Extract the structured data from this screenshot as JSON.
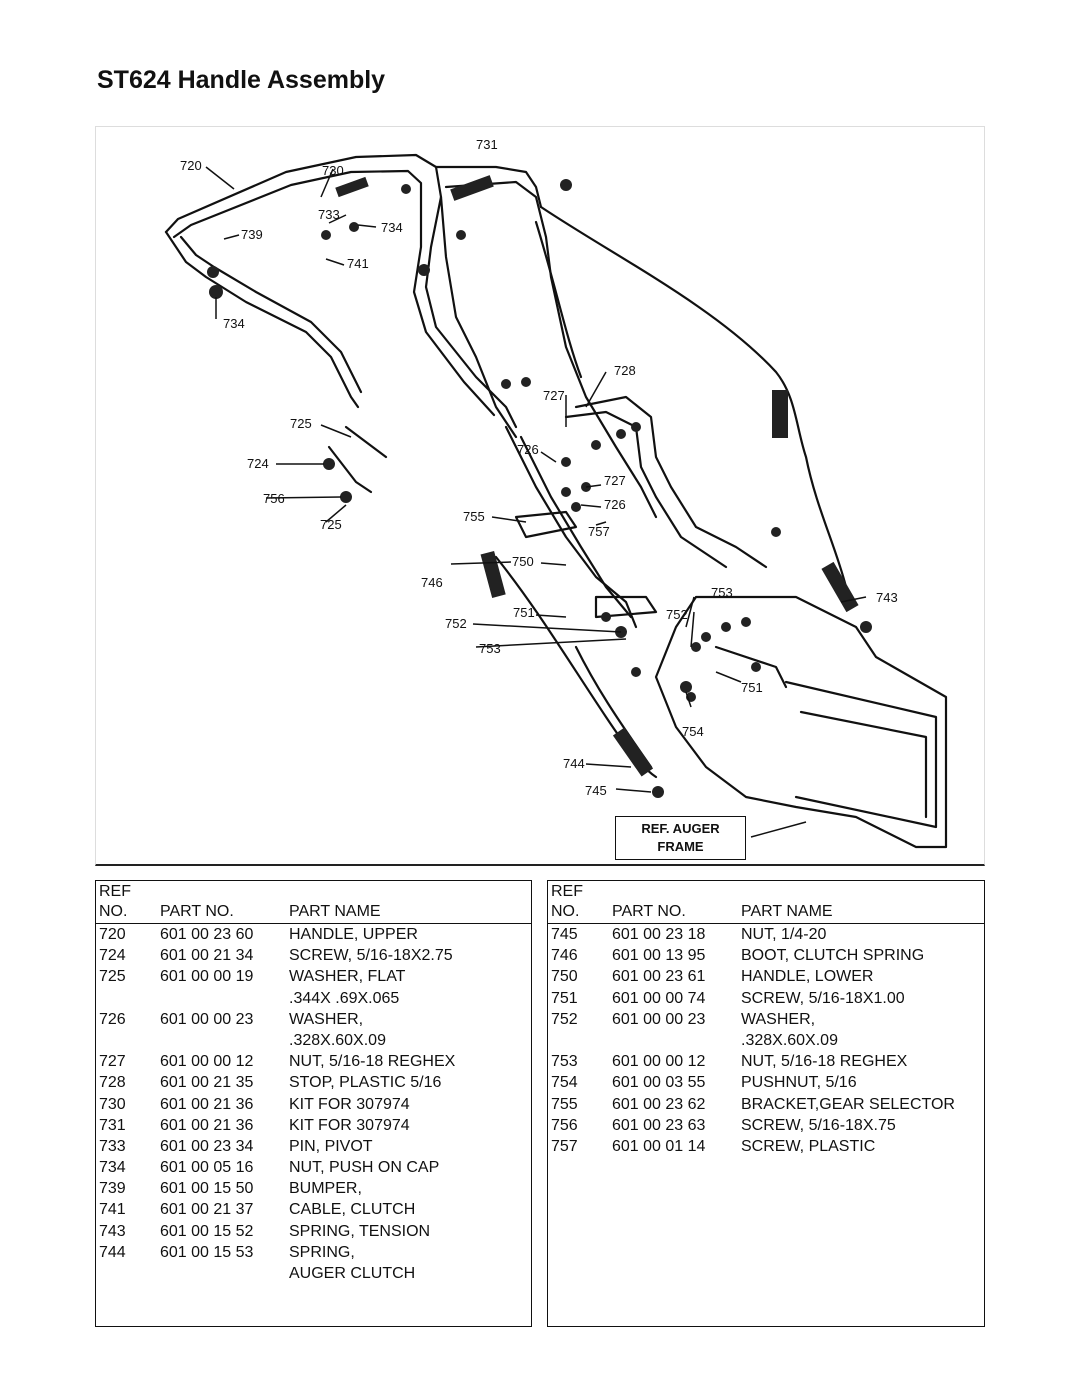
{
  "title": "ST624 Handle Assembly",
  "diagram": {
    "callouts": [
      "731",
      "720",
      "730",
      "733",
      "734",
      "739",
      "741",
      "734",
      "728",
      "727",
      "725",
      "726",
      "724",
      "727",
      "756",
      "726",
      "755",
      "725",
      "757",
      "750",
      "746",
      "753",
      "743",
      "751",
      "752",
      "752",
      "753",
      "751",
      "754",
      "744",
      "745"
    ],
    "ref_box": {
      "line1": "REF. AUGER",
      "line2": "FRAME"
    }
  },
  "table_header": {
    "ref": "REF",
    "no": "NO.",
    "part_no": "PART NO.",
    "part_name": "PART NAME"
  },
  "parts_left": [
    {
      "ref": "720",
      "part_no": "601 00 23 60",
      "name": "HANDLE, UPPER"
    },
    {
      "ref": "724",
      "part_no": "601 00 21 34",
      "name": "SCREW, 5/16-18X2.75"
    },
    {
      "ref": "725",
      "part_no": "601 00 00 19",
      "name": "WASHER, FLAT"
    },
    {
      "ref": "",
      "part_no": "",
      "name": ".344X .69X.065"
    },
    {
      "ref": "726",
      "part_no": "601 00 00 23",
      "name": "WASHER,"
    },
    {
      "ref": "",
      "part_no": "",
      "name": ".328X.60X.09"
    },
    {
      "ref": "727",
      "part_no": "601 00 00 12",
      "name": "NUT, 5/16-18 REGHEX"
    },
    {
      "ref": "728",
      "part_no": "601 00 21 35",
      "name": "STOP, PLASTIC 5/16"
    },
    {
      "ref": "730",
      "part_no": "601 00 21 36",
      "name": "KIT FOR 307974"
    },
    {
      "ref": "731",
      "part_no": "601 00 21 36",
      "name": "KIT FOR 307974"
    },
    {
      "ref": "733",
      "part_no": "601 00 23 34",
      "name": "PIN, PIVOT"
    },
    {
      "ref": "734",
      "part_no": "601 00 05 16",
      "name": "NUT, PUSH ON CAP"
    },
    {
      "ref": "739",
      "part_no": "601 00 15 50",
      "name": "BUMPER,"
    },
    {
      "ref": "741",
      "part_no": "601 00 21 37",
      "name": "CABLE, CLUTCH"
    },
    {
      "ref": "743",
      "part_no": "601 00 15 52",
      "name": "SPRING, TENSION"
    },
    {
      "ref": "744",
      "part_no": "601 00 15 53",
      "name": "SPRING,"
    },
    {
      "ref": "",
      "part_no": "",
      "name": "AUGER CLUTCH"
    }
  ],
  "parts_right": [
    {
      "ref": "745",
      "part_no": "601 00 23 18",
      "name": "NUT, 1/4-20"
    },
    {
      "ref": "746",
      "part_no": "601 00 13 95",
      "name": "BOOT, CLUTCH SPRING"
    },
    {
      "ref": "750",
      "part_no": "601 00 23 61",
      "name": "HANDLE, LOWER"
    },
    {
      "ref": "751",
      "part_no": "601 00 00 74",
      "name": "SCREW, 5/16-18X1.00"
    },
    {
      "ref": "752",
      "part_no": "601 00 00 23",
      "name": "WASHER,"
    },
    {
      "ref": "",
      "part_no": "",
      "name": ".328X.60X.09"
    },
    {
      "ref": "753",
      "part_no": "601 00 00 12",
      "name": "NUT, 5/16-18 REGHEX"
    },
    {
      "ref": "754",
      "part_no": "601 00 03 55",
      "name": "PUSHNUT, 5/16"
    },
    {
      "ref": "755",
      "part_no": "601 00 23 62",
      "name": "BRACKET,GEAR SELECTOR"
    },
    {
      "ref": "756",
      "part_no": "601 00 23 63",
      "name": "SCREW, 5/16-18X.75"
    },
    {
      "ref": "757",
      "part_no": "601 00 01 14",
      "name": "SCREW, PLASTIC"
    }
  ]
}
